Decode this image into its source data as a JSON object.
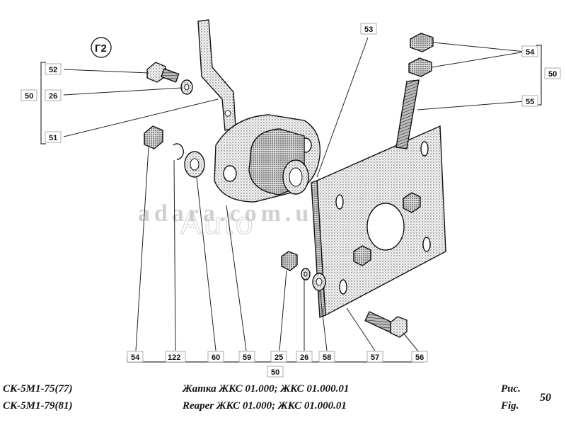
{
  "group_label": "Г2",
  "watermark": {
    "site": "adara.com.ua",
    "brand": "Auto"
  },
  "callouts": {
    "c52": "52",
    "c26a": "26",
    "c51": "51",
    "c50_left": "50",
    "c53": "53",
    "c54_top": "54",
    "c55": "55",
    "c50_right": "50",
    "c54_bottom": "54",
    "c122": "122",
    "c60": "60",
    "c59": "59",
    "c25": "25",
    "c26b": "26",
    "c58": "58",
    "c57": "57",
    "c56": "56",
    "c50_bottom": "50"
  },
  "footer": {
    "model_1": "СК-5М1-75(77)",
    "model_2": "СК-5М1-79(81)",
    "title_ru": "Жатка ЖКС 01.000; ЖКС 01.000.01",
    "title_en": "Reaper ЖКС 01.000; ЖКС 01.000.01",
    "fig_ru": "Рис.",
    "fig_en": "Fig.",
    "fig_number": "50"
  }
}
